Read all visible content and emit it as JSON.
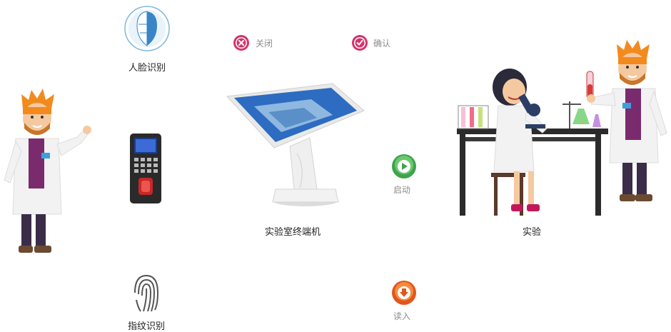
{
  "nodes": {
    "face_recognition": {
      "label": "人脸识别",
      "icon": "face-scan-icon"
    },
    "fingerprint_device": {
      "icon": "fingerprint-terminal-icon"
    },
    "fingerprint_recognition": {
      "label": "指纹识别",
      "icon": "fingerprint-icon"
    },
    "lab_terminal": {
      "label": "实验室终端机",
      "icon": "kiosk-terminal-icon"
    },
    "experiment": {
      "label": "实验",
      "icon": "lab-scientist-icon"
    }
  },
  "buttons": {
    "close": {
      "label": "关闭",
      "icon": "close-icon",
      "color": "#d6336c"
    },
    "confirm": {
      "label": "确认",
      "icon": "check-icon",
      "color": "#d6336c"
    },
    "start": {
      "label": "启动",
      "icon": "play-icon",
      "color": "#4caf50"
    },
    "read": {
      "label": "读入",
      "icon": "download-icon",
      "color": "#f26b21"
    }
  },
  "characters": {
    "left": {
      "icon": "scientist-waving-icon"
    },
    "right": {
      "icon": "scientist-test-tube-icon"
    }
  }
}
